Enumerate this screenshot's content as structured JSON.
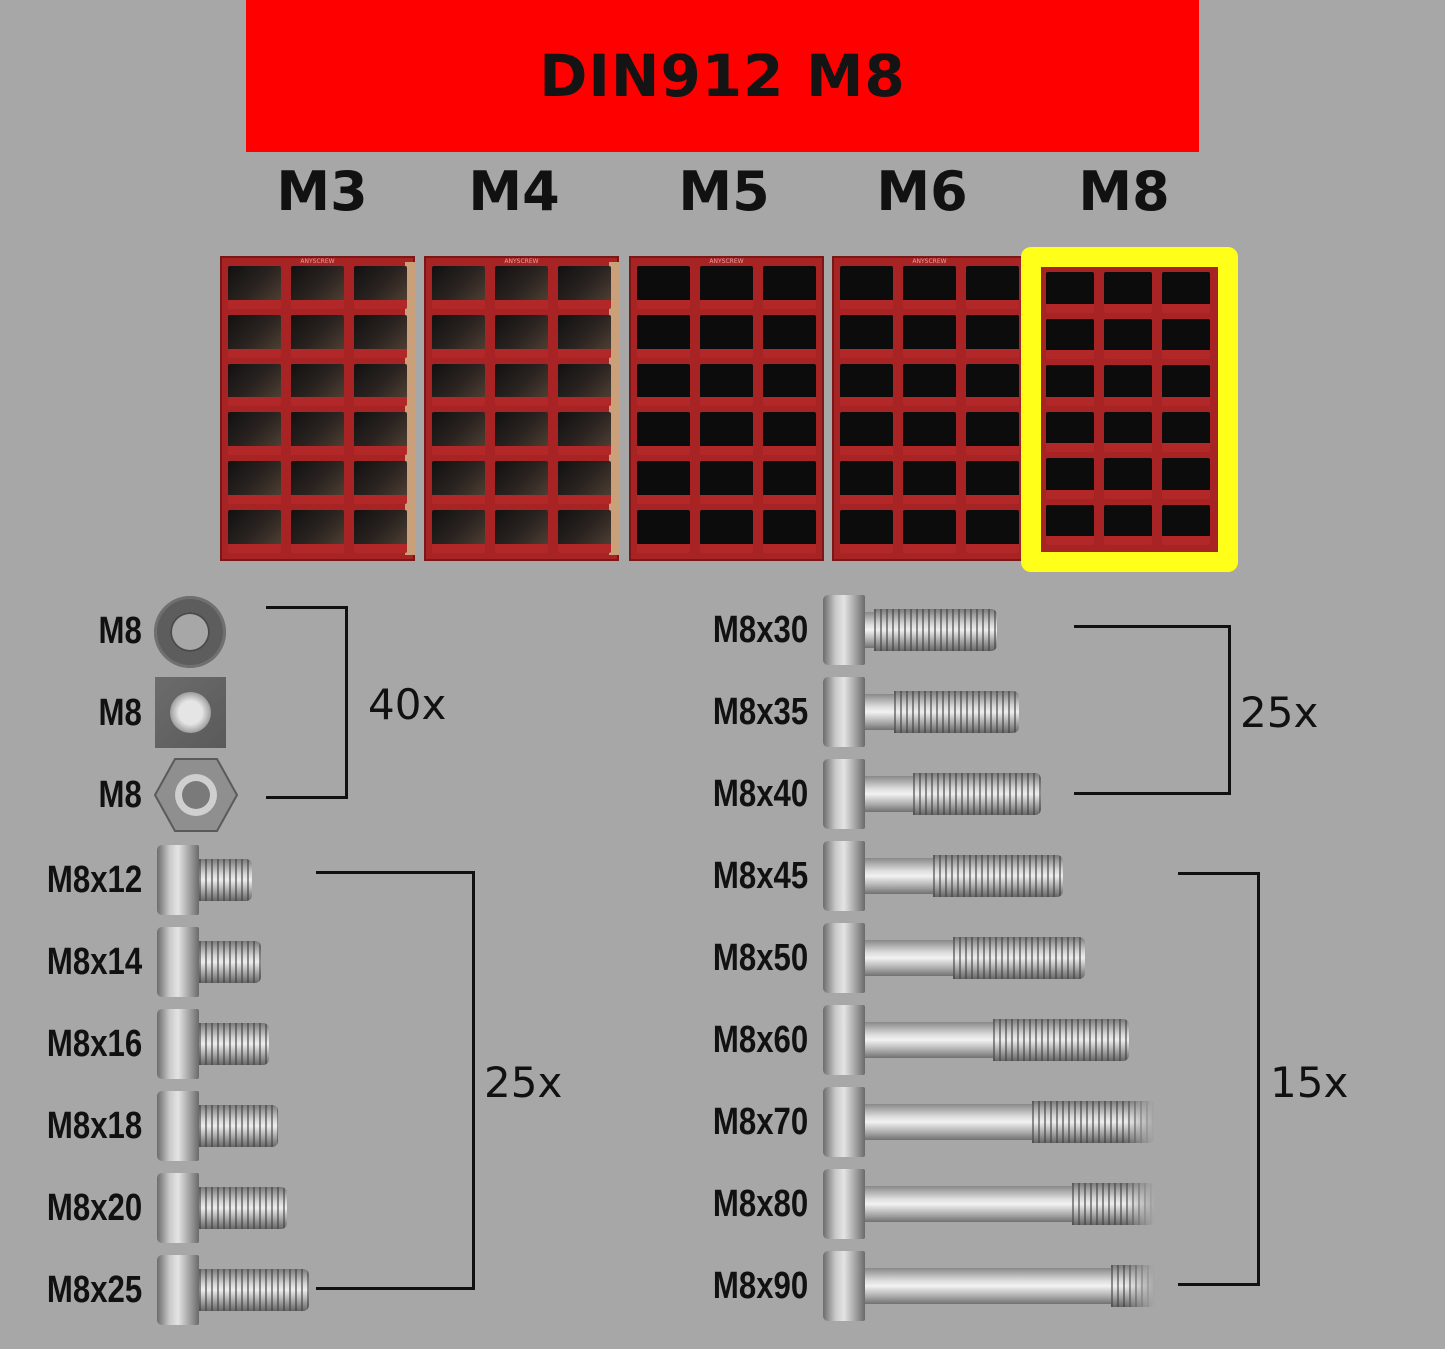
{
  "banner": {
    "title": "DIN912 M8",
    "color": "#ff0000"
  },
  "size_tabs": [
    "M3",
    "M4",
    "M5",
    "M6",
    "M8"
  ],
  "selected_size": "M8",
  "box_brand": "ANYSCREW",
  "highlight_color": "#ffff1a",
  "nuts_washers": {
    "washer_label": "M8",
    "square_nut_label": "M8",
    "hex_nut_label": "M8",
    "quantity": "40x"
  },
  "left_bolts": {
    "labels": [
      "M8x12",
      "M8x14",
      "M8x16",
      "M8x18",
      "M8x20",
      "M8x25"
    ],
    "lengths_mm": [
      12,
      14,
      16,
      18,
      20,
      25
    ],
    "quantity": "25x"
  },
  "right_bolts_group1": {
    "labels": [
      "M8x30",
      "M8x35",
      "M8x40"
    ],
    "lengths_mm": [
      30,
      35,
      40
    ],
    "quantity": "25x"
  },
  "right_bolts_group2": {
    "labels": [
      "M8x45",
      "M8x50",
      "M8x60",
      "M8x70",
      "M8x80",
      "M8x90"
    ],
    "lengths_mm": [
      45,
      50,
      60,
      70,
      80,
      90
    ],
    "quantity": "15x"
  }
}
